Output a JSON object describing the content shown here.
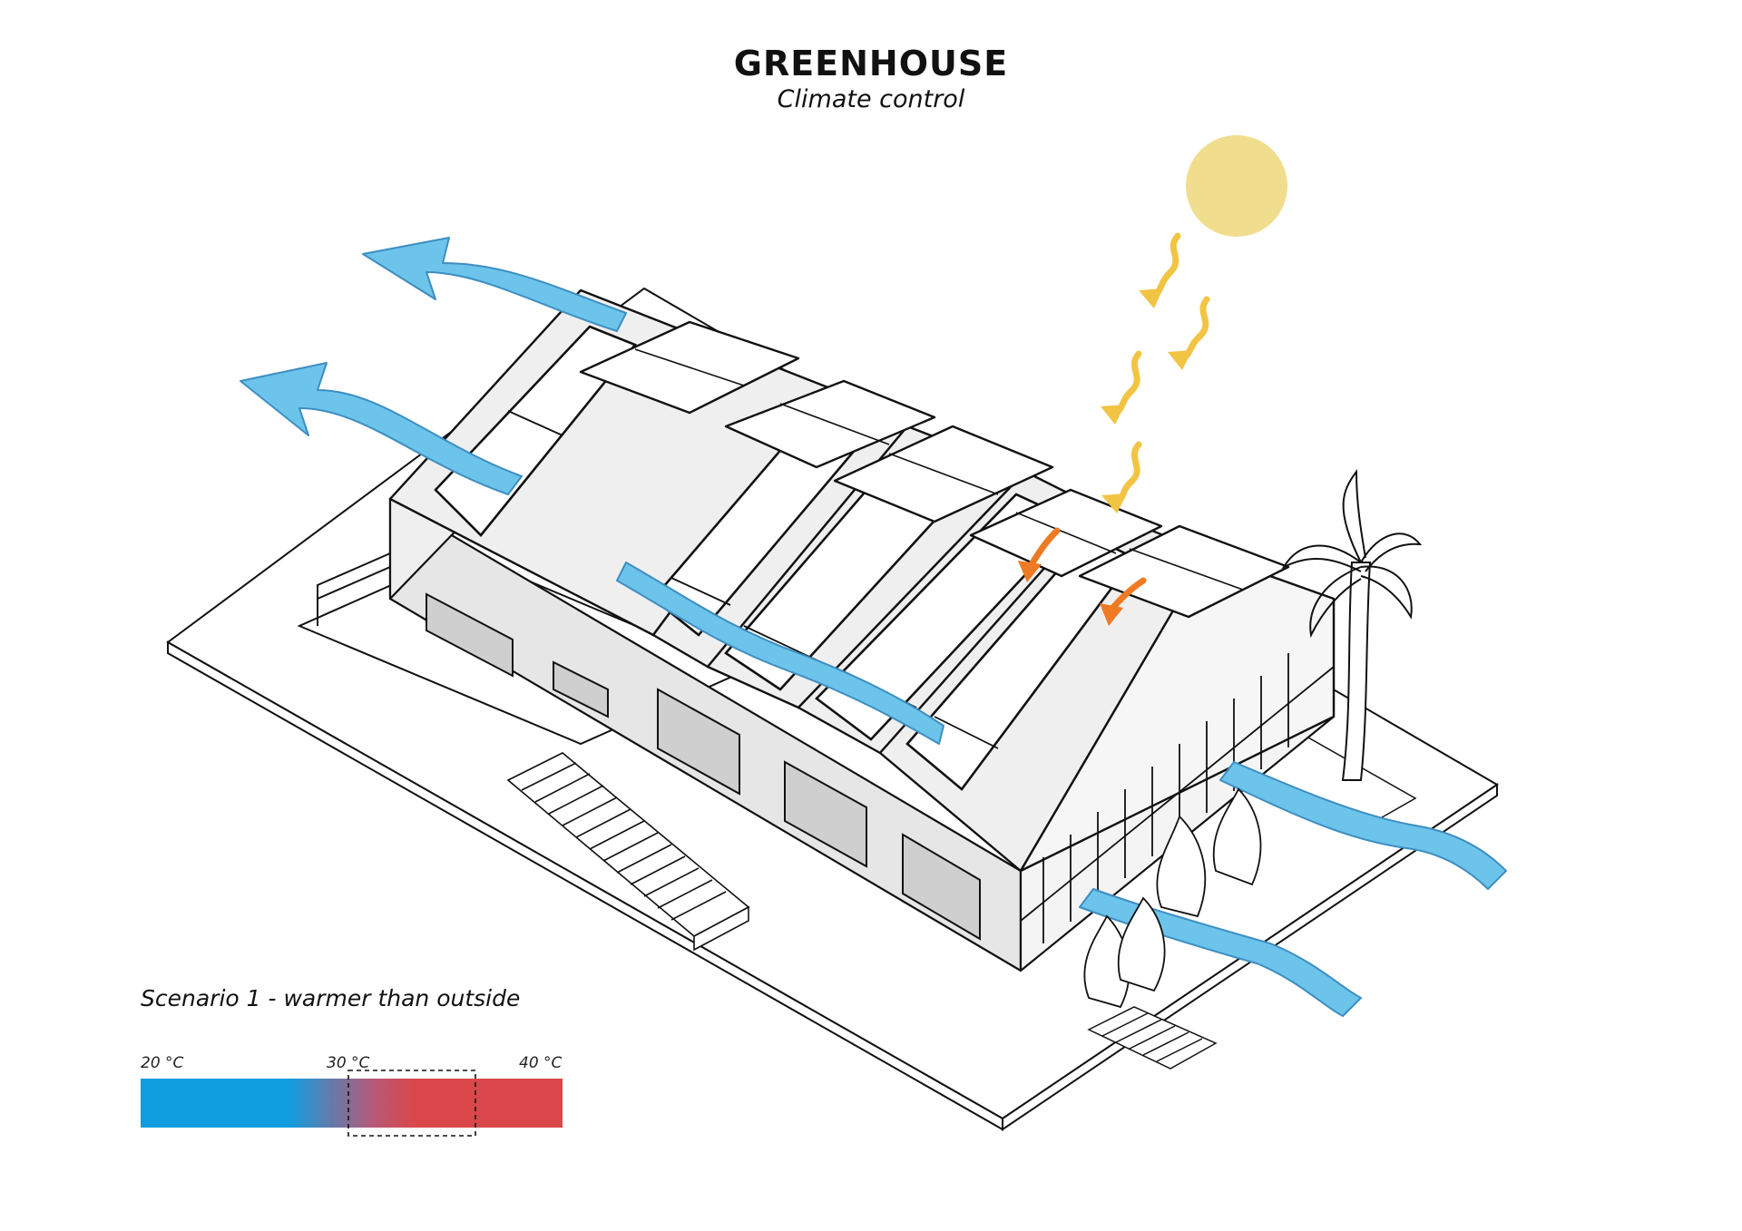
{
  "header": {
    "title": "GREENHOUSE",
    "subtitle": "Climate control"
  },
  "scenario": {
    "label": "Scenario 1 - warmer than outside"
  },
  "temperature_scale": {
    "ticks": [
      "20 °C",
      "30 °C",
      "40 °C"
    ],
    "cold_color": "#0f9de0",
    "hot_color": "#d9474a",
    "highlight_range": "30–37 °C"
  },
  "colors": {
    "airflow": "#6cc4ea",
    "airflow_outline": "#3d8ec2",
    "sun": "#f0de8e",
    "sun_ray": "#f2c443",
    "heat_arrow": "#ef7a23",
    "structure_fill": "#ececec",
    "glass": "#ffffff"
  },
  "icons": [
    "sun-icon",
    "sun-ray-icon",
    "heat-arrow-icon",
    "airflow-arrow-icon",
    "palm-tree-icon",
    "shrub-icon"
  ]
}
